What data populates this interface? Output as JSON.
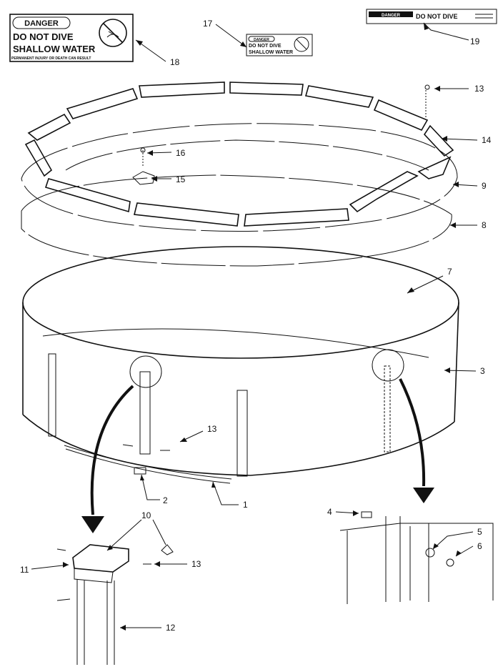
{
  "signs": {
    "danger_large": {
      "header": "DANGER",
      "line1": "DO NOT DIVE",
      "line2": "SHALLOW WATER",
      "line3": "PERMANENT INJURY OR DEATH CAN RESULT"
    },
    "danger_small": {
      "header": "DANGER",
      "line1": "DO NOT DIVE",
      "line2": "SHALLOW WATER"
    },
    "strip": {
      "header": "DANGER",
      "text": "DO NOT DIVE"
    }
  },
  "callouts": [
    "18",
    "17",
    "19",
    "13",
    "14",
    "16",
    "15",
    "9",
    "8",
    "7",
    "3",
    "13",
    "2",
    "1",
    "10",
    "11",
    "13",
    "12",
    "4",
    "5",
    "6"
  ],
  "colors": {
    "ink": "#111111",
    "paper": "#ffffff"
  }
}
